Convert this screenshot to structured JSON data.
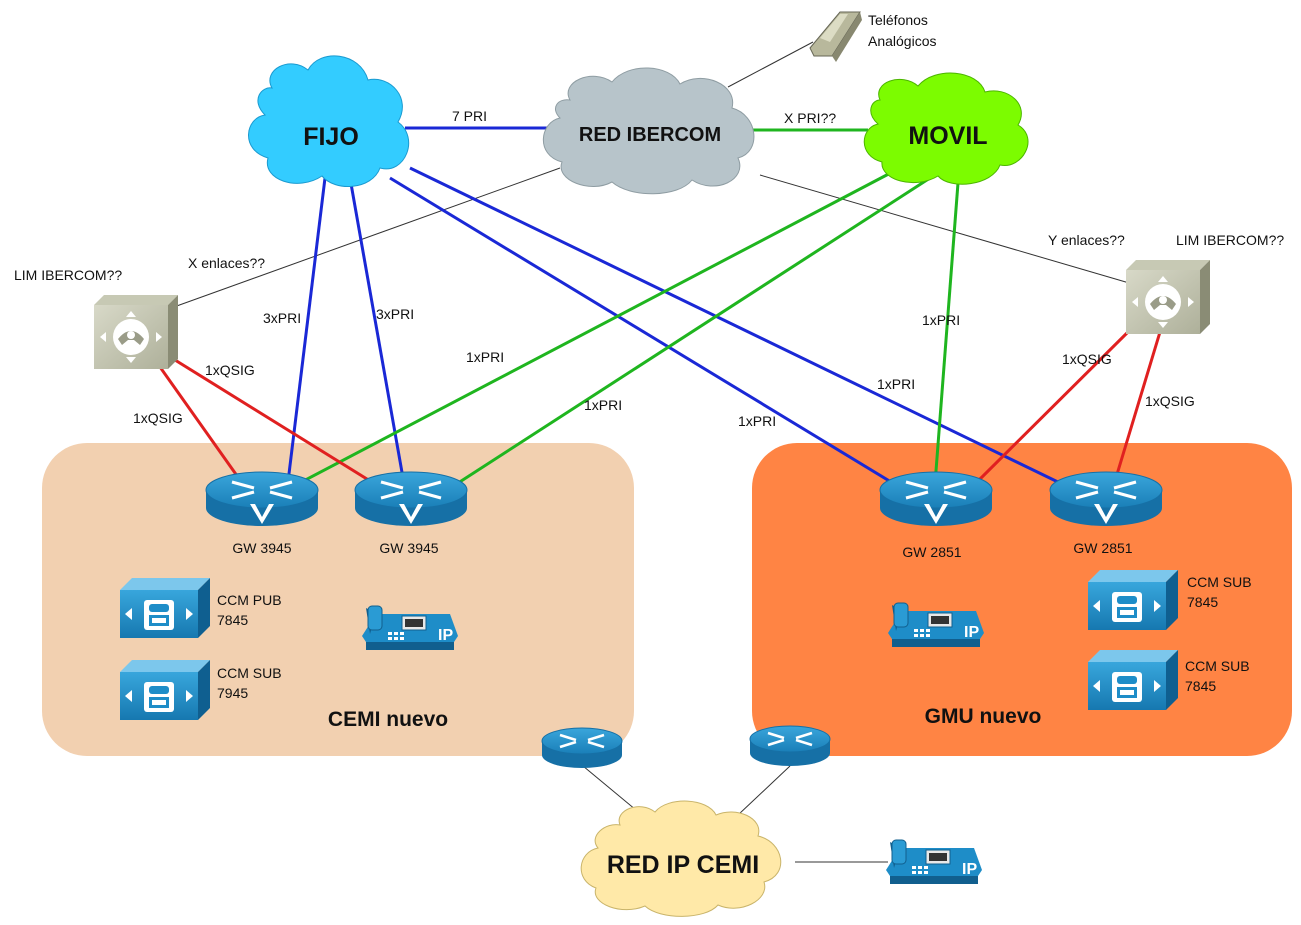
{
  "colors": {
    "fijo_cloud": "#33ccff",
    "movil_cloud": "#7cfc00",
    "ibercom_cloud": "#b7c4ca",
    "ip_cloud": "#ffe9a8",
    "cemi_region": "#f2d0b0",
    "gmu_region": "#ff8444",
    "pri_fijo": "#1a28d6",
    "pri_movil": "#1fb51f",
    "qsig": "#e02020",
    "cisco_blue": "#1e8dc8"
  },
  "clouds": {
    "fijo": "FIJO",
    "movil": "MOVIL",
    "ibercom": "RED IBERCOM",
    "red_ip": "RED IP CEMI"
  },
  "regions": {
    "cemi": "CEMI nuevo",
    "gmu": "GMU nuevo"
  },
  "phone_analog": {
    "line1": "Teléfonos",
    "line2": "Analógicos"
  },
  "lim": {
    "left": "LIM IBERCOM??",
    "right": "LIM IBERCOM??"
  },
  "links": {
    "fijo_ibercom": "7 PRI",
    "movil_ibercom": "X PRI??",
    "x_enlaces": "X enlaces??",
    "y_enlaces": "Y enlaces??",
    "fijo_gw1": "3xPRI",
    "fijo_gw2": "3xPRI",
    "movil_gw1": "1xPRI",
    "movil_gw2": "1xPRI",
    "fijo_gmu1": "1xPRI",
    "fijo_gmu2": "1xPRI",
    "movil_gmu1": "1xPRI",
    "qsig_l1": "1xQSIG",
    "qsig_l2": "1xQSIG",
    "qsig_r1": "1xQSIG",
    "qsig_r2": "1xQSIG"
  },
  "gateways": {
    "cemi1": "GW 3945",
    "cemi2": "GW 3945",
    "gmu1": "GW 2851",
    "gmu2": "GW 2851"
  },
  "servers": {
    "cemi_pub": {
      "line1": "CCM PUB",
      "line2": "7845"
    },
    "cemi_sub": {
      "line1": "CCM SUB",
      "line2": "7945"
    },
    "gmu_sub1": {
      "line1": "CCM SUB",
      "line2": "7845"
    },
    "gmu_sub2": {
      "line1": "CCM SUB",
      "line2": "7845"
    }
  },
  "ip_phone_label": "IP"
}
